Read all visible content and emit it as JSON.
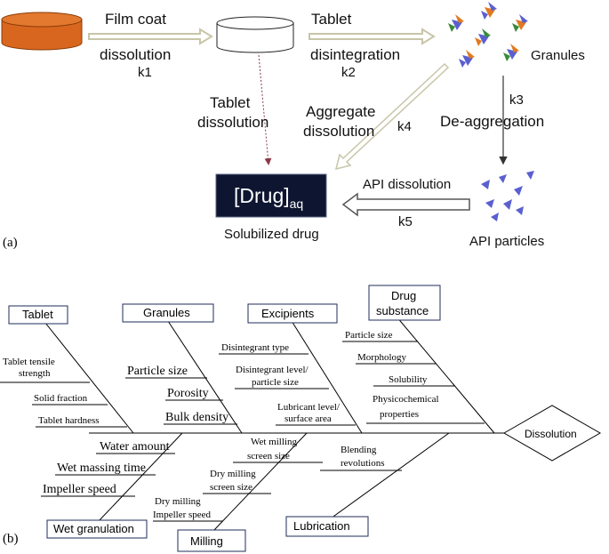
{
  "panel_a": {
    "label": "(a)",
    "film_coat": "Film coat",
    "dissolution": "dissolution",
    "k1": "k1",
    "tablet": "Tablet",
    "disintegration": "disintegration",
    "k2": "k2",
    "granules": "Granules",
    "k3": "k3",
    "de_aggregation": "De-aggregation",
    "tablet_dissolution_1": "Tablet",
    "tablet_dissolution_2": "dissolution",
    "aggregate_dissolution_1": "Aggregate",
    "aggregate_dissolution_2": "dissolution",
    "k4": "k4",
    "drug_main": "[Drug]",
    "drug_sub": "aq",
    "solubilized_drug": "Solubilized drug",
    "api_dissolution": "API dissolution",
    "k5": "k5",
    "api_particles": "API particles",
    "colors": {
      "tablet_fill": "#d9661f",
      "drug_box": "#0e1530",
      "arrow": "#c8c5a8",
      "particle": "#5a5fd0"
    }
  },
  "panel_b": {
    "label": "(b)",
    "effect": "Dissolution",
    "categories": {
      "tablet": "Tablet",
      "granules": "Granules",
      "excipients": "Excipients",
      "drug_substance_1": "Drug",
      "drug_substance_2": "substance",
      "wet_granulation": "Wet granulation",
      "milling": "Milling",
      "lubrication": "Lubrication"
    },
    "causes": {
      "tablet_tensile_1": "Tablet tensile",
      "tablet_tensile_2": "strength",
      "solid_fraction": "Solid fraction",
      "tablet_hardness": "Tablet hardness",
      "particle_size_g": "Particle size",
      "porosity": "Porosity",
      "bulk_density": "Bulk density",
      "disintegrant_type": "Disintegrant type",
      "disintegrant_level_1": "Disintegrant level/",
      "disintegrant_level_2": "particle size",
      "lubricant_level_1": "Lubricant level/",
      "lubricant_level_2": "surface area",
      "particle_size_d": "Particle size",
      "morphology": "Morphology",
      "solubility": "Solubility",
      "physchem_1": "Physicochemical",
      "physchem_2": "properties",
      "water_amount": "Water amount",
      "wet_massing_time": "Wet massing time",
      "impeller_speed": "Impeller speed",
      "wet_milling_1": "Wet milling",
      "wet_milling_2": "screen size",
      "dry_milling_screen_1": "Dry milling",
      "dry_milling_screen_2": "screen size",
      "dry_milling_impeller_1": "Dry milling",
      "dry_milling_impeller_2": "Impeller speed",
      "blending_1": "Blending",
      "blending_2": "revolutions"
    }
  }
}
